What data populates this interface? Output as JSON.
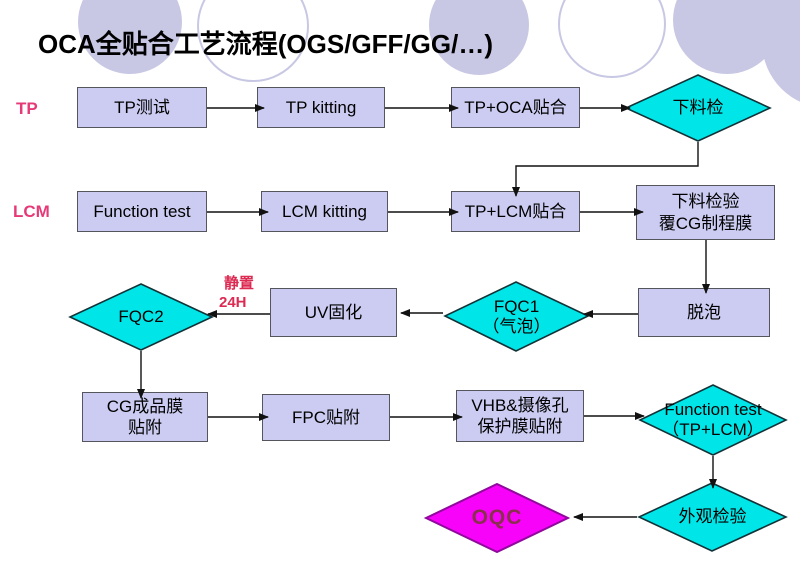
{
  "title": "OCA全贴合工艺流程(OGS/GFF/GG/…)",
  "lanes": {
    "tp": "TP",
    "lcm": "LCM"
  },
  "note": {
    "line1": "静置",
    "line2": "24H"
  },
  "nodes": {
    "tp_test": {
      "label": "TP测试"
    },
    "tp_kitting": {
      "label": "TP kitting"
    },
    "tp_oca": {
      "label": "TP+OCA贴合"
    },
    "blanking_check": {
      "label": "下料检"
    },
    "function_test": {
      "label": "Function test"
    },
    "lcm_kitting": {
      "label": "LCM kitting"
    },
    "tp_lcm": {
      "label": "TP+LCM贴合"
    },
    "blanking_film": {
      "lines": [
        "下料检验",
        "覆CG制程膜"
      ]
    },
    "fqc2": {
      "label": "FQC2"
    },
    "uv_cure": {
      "label": "UV固化"
    },
    "fqc1": {
      "lines": [
        "FQC1",
        "（气泡）"
      ]
    },
    "defoam": {
      "label": "脱泡"
    },
    "cg_film": {
      "lines": [
        "CG成品膜",
        "贴附"
      ]
    },
    "fpc": {
      "label": "FPC贴附"
    },
    "vhb": {
      "lines": [
        "VHB&摄像孔",
        "保护膜贴附"
      ]
    },
    "function_test2": {
      "lines": [
        "Function test",
        "（TP+LCM）"
      ]
    },
    "oqc": {
      "label": "OQC"
    },
    "visual_check": {
      "label": "外观检验"
    }
  },
  "colors": {
    "box_fill": "#ccccf2",
    "box_border": "#55555e",
    "diamond_cyan": "#00e6e8",
    "oqc_magenta": "#f803fa",
    "lane_pink": "#e63a78",
    "note_red": "#dc2a52",
    "circle_lavender": "#c8c8e4",
    "arrow_black": "#111111"
  }
}
